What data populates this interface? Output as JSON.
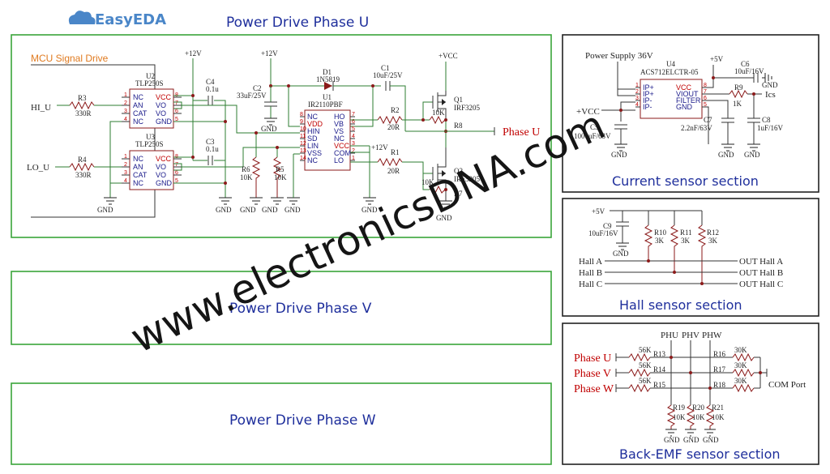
{
  "logo": {
    "text": "EasyEDA"
  },
  "sections": {
    "phase_u": "Power Drive Phase U",
    "phase_v": "Power Drive Phase V",
    "phase_w": "Power Drive Phase W",
    "current": "Current sensor section",
    "hall": "Hall sensor section",
    "bemf": "Back-EMF sensor section"
  },
  "mcu_label": "MCU Signal Drive",
  "phase_u_block": {
    "hi_u": "HI_U",
    "lo_u": "LO_U",
    "r3": "R3",
    "r3v": "330R",
    "r4": "R4",
    "r4v": "330R",
    "u2": "U2",
    "u2p": "TLP250S",
    "u3": "U3",
    "u3p": "TLP250S",
    "opto_pins_l": [
      "NC",
      "AN",
      "CAT",
      "NC"
    ],
    "opto_pins_r": [
      "VCC",
      "VO",
      "VO",
      "GND"
    ],
    "opto_nums_l": [
      "1",
      "2",
      "3",
      "4"
    ],
    "opto_nums_r": [
      "8",
      "7",
      "6",
      "5"
    ],
    "v12a": "+12V",
    "v12b": "+12V",
    "v12c": "+12V",
    "c4": "C4",
    "c4v": "0.1u",
    "c3": "C3",
    "c3v": "0.1u",
    "c2": "C2",
    "c2v": "33uF/25V",
    "d1": "D1",
    "d1p": "1N5819",
    "u1": "U1",
    "u1p": "IR2110PBF",
    "ir_pins_l": [
      "NC",
      "VDD",
      "HIN",
      "SD",
      "LIN",
      "VSS",
      "NC"
    ],
    "ir_nums_l": [
      "8",
      "9",
      "10",
      "11",
      "12",
      "13",
      "14"
    ],
    "ir_pins_r": [
      "HO",
      "VB",
      "VS",
      "NC",
      "VCC",
      "COM",
      "LO"
    ],
    "ir_nums_r": [
      "7",
      "6",
      "5",
      "4",
      "3",
      "2",
      "1"
    ],
    "c1": "C1",
    "c1v": "10uF/25V",
    "r2": "R2",
    "r2v": "20R",
    "r1": "R1",
    "r1v": "20R",
    "vcc": "+VCC",
    "q1": "Q1",
    "q1p": "IRF3205",
    "q2": "Q2",
    "q2p": "IRF3205",
    "r8": "R8",
    "r8v": "10K",
    "r7": "R7",
    "r7v": "10K",
    "r6": "R6",
    "r6v": "10K",
    "r5": "R5",
    "r5v": "10K",
    "gnd": "GND",
    "phase_out": "Phase U"
  },
  "current_block": {
    "supply": "Power Supply 36V",
    "vcc": "+VCC",
    "u4": "U4",
    "u4p": "ACS712ELCTR-05",
    "pins_l": [
      "IP+",
      "IP+",
      "IP-",
      "IP-"
    ],
    "nums_l": [
      "1",
      "2",
      "3",
      "4"
    ],
    "pins_r": [
      "VCC",
      "VIOUT",
      "FILTER",
      "GND"
    ],
    "nums_r": [
      "8",
      "7",
      "6",
      "5"
    ],
    "v5": "+5V",
    "c6": "C6",
    "c6v": "10uF/16V",
    "r9": "R9",
    "r9v": "1K",
    "ics": "Ics",
    "c5": "C5",
    "c5v": "1000uF/63V",
    "c7": "C7",
    "c7v": "2.2nF/63V",
    "c8": "C8",
    "c8v": "1uF/16V",
    "gnd": "GND"
  },
  "hall_block": {
    "v5": "+5V",
    "c9": "C9",
    "c9v": "10uF/16V",
    "r10": "R10",
    "r10v": "3K",
    "r11": "R11",
    "r11v": "3K",
    "r12": "R12",
    "r12v": "3K",
    "in": [
      "Hall A",
      "Hall B",
      "Hall C"
    ],
    "out": [
      "OUT Hall A",
      "OUT Hall B",
      "OUT Hall C"
    ],
    "gnd": "GND"
  },
  "bemf_block": {
    "ph_labels": [
      "PHU",
      "PHV",
      "PHW"
    ],
    "phases": [
      "Phase U",
      "Phase V",
      "Phase W"
    ],
    "left_res": [
      [
        "R13",
        "56K"
      ],
      [
        "R14",
        "56K"
      ],
      [
        "R15",
        "56K"
      ]
    ],
    "right_res": [
      [
        "R16",
        "30K"
      ],
      [
        "R17",
        "30K"
      ],
      [
        "R18",
        "30K"
      ]
    ],
    "bottom_res": [
      [
        "R19",
        "10K"
      ],
      [
        "R20",
        "10K"
      ],
      [
        "R21",
        "10K"
      ]
    ],
    "com": "COM Port",
    "gnd": "GND"
  },
  "watermark": "www.electronicsDNA.com"
}
